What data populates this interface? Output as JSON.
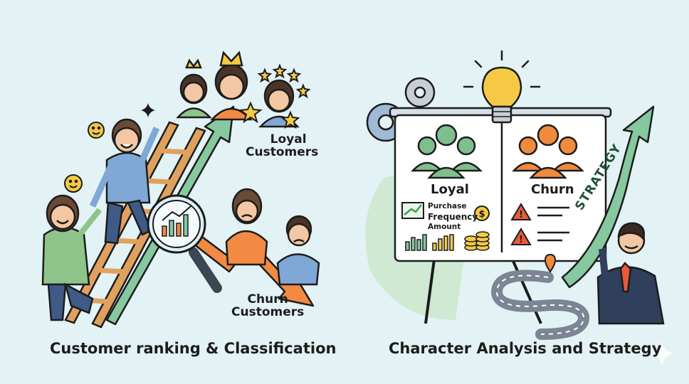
{
  "left_panel": {
    "caption": "Customer ranking & Classification",
    "loyal_label_line1": "Loyal",
    "loyal_label_line2": "Customers",
    "churn_label_line1": "Churn",
    "churn_label_line2": "Customers"
  },
  "right_panel": {
    "caption": "Character Analysis and Strategy",
    "board": {
      "loyal_heading": "Loyal",
      "churn_heading": "Churn",
      "metric_purchase": "Purchase",
      "metric_frequency": "Frequency",
      "metric_amount": "Amount"
    },
    "arrow_label": "STRATEGY"
  },
  "colors": {
    "background": "#e3f2f4",
    "green_group": "#7fbf8e",
    "orange_group": "#f08a3c",
    "arrow_green": "#86c8a0",
    "arrow_orange": "#f28a44",
    "warning": "#e85a3a"
  },
  "icons": [
    "crown-icon",
    "star-icon",
    "sparkle-icon",
    "smiley-icon",
    "magnifier-icon",
    "gear-icon",
    "lightbulb-icon",
    "warning-icon",
    "coin-icon",
    "location-pin-icon",
    "growth-chart-icon"
  ]
}
